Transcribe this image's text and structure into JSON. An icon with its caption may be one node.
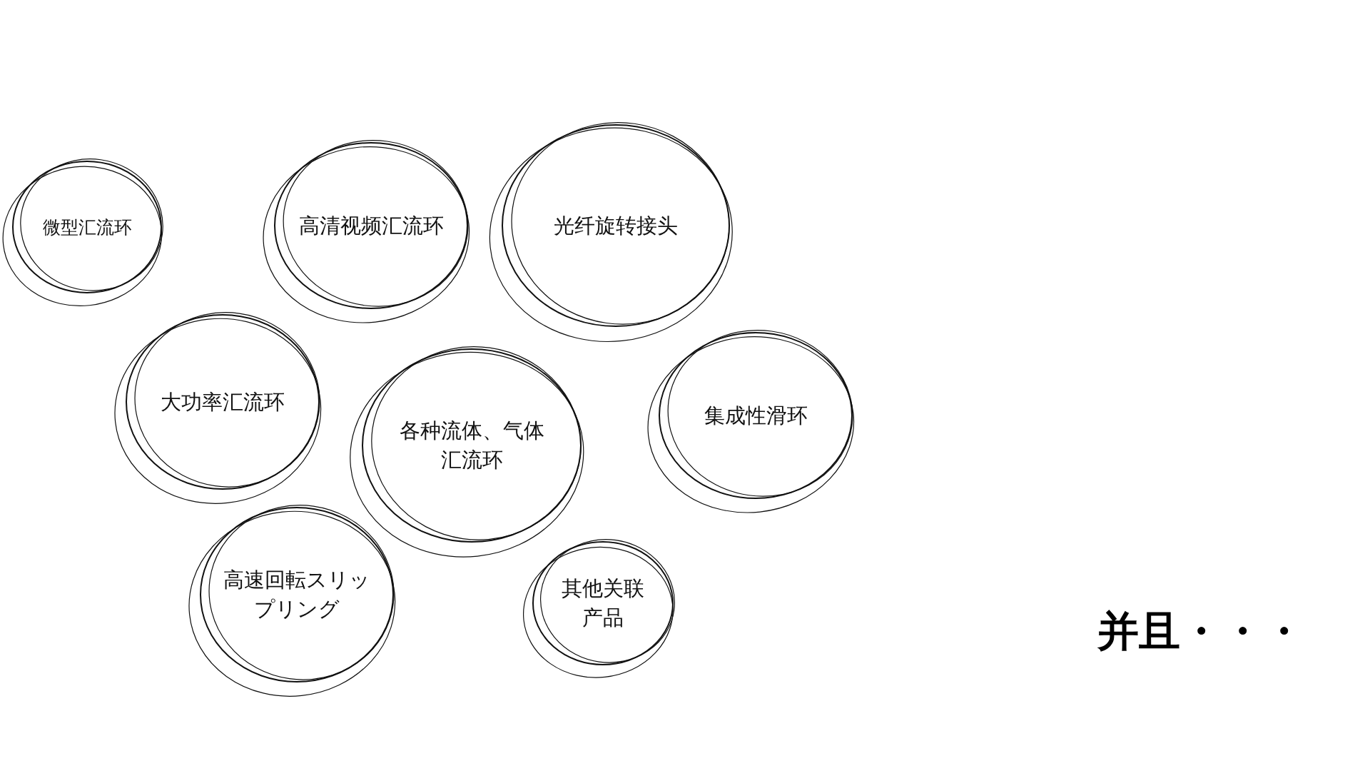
{
  "diagram": {
    "nodes": [
      {
        "text": [
          "微型汇流环"
        ]
      },
      {
        "text": [
          "高清视频汇流环"
        ]
      },
      {
        "text": [
          "光纤旋转接头"
        ]
      },
      {
        "text": [
          "大功率汇流环"
        ]
      },
      {
        "text": [
          "各种流体、气体汇流环"
        ]
      },
      {
        "text": [
          "集成性滑环"
        ]
      },
      {
        "text": [
          "高速回転スリップリング"
        ]
      },
      {
        "text": [
          "其他关联产品"
        ]
      }
    ],
    "edges": [],
    "labels": [
      "并且・・・"
    ]
  }
}
